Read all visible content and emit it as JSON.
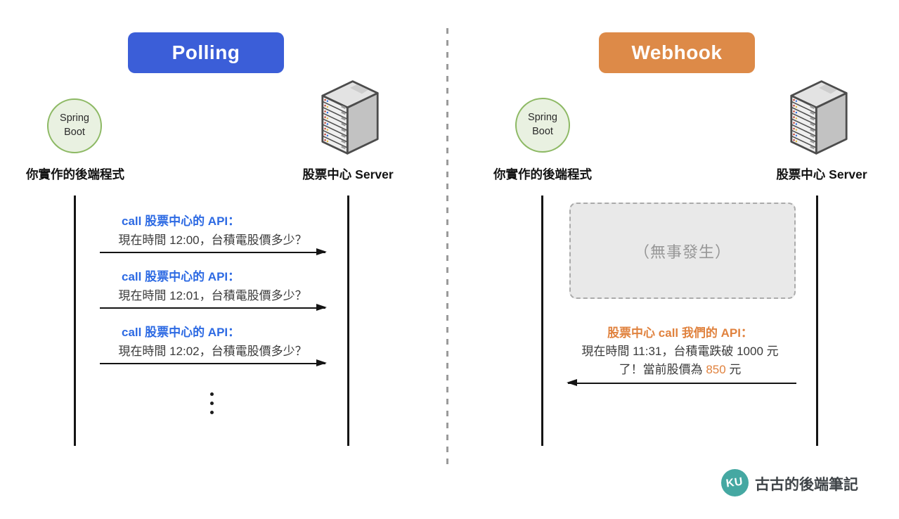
{
  "left_panel": {
    "title": "Polling",
    "client": {
      "circle_line1": "Spring",
      "circle_line2": "Boot",
      "label": "你實作的後端程式"
    },
    "server": {
      "label": "股票中心 Server"
    },
    "messages": [
      {
        "title": "call 股票中心的 API：",
        "body": "現在時間 12:00，台積電股價多少？"
      },
      {
        "title": "call 股票中心的 API：",
        "body": "現在時間 12:01，台積電股價多少？"
      },
      {
        "title": "call 股票中心的 API：",
        "body": "現在時間 12:02，台積電股價多少？"
      }
    ]
  },
  "right_panel": {
    "title": "Webhook",
    "client": {
      "circle_line1": "Spring",
      "circle_line2": "Boot",
      "label": "你實作的後端程式"
    },
    "server": {
      "label": "股票中心 Server"
    },
    "idle_box_text": "（無事發生）",
    "message": {
      "title": "股票中心 call 我們的 API：",
      "body_line1": "現在時間 11:31，台積電跌破 1000 元",
      "body_line2_before": "了！當前股價為 ",
      "body_line2_price": "850",
      "body_line2_after": " 元"
    }
  },
  "footer": {
    "logo_initials": "KU",
    "brand_name": "古古的後端筆記"
  },
  "colors": {
    "polling_blue": "#3b5ed8",
    "webhook_orange": "#dd8a48",
    "link_blue": "#2d6ae3",
    "accent_orange": "#e0823e",
    "idle_gray": "#e9e9e9",
    "spring_green_fill": "#e9f1e1",
    "spring_green_border": "#8db964",
    "logo_teal": "#45a8a2"
  }
}
